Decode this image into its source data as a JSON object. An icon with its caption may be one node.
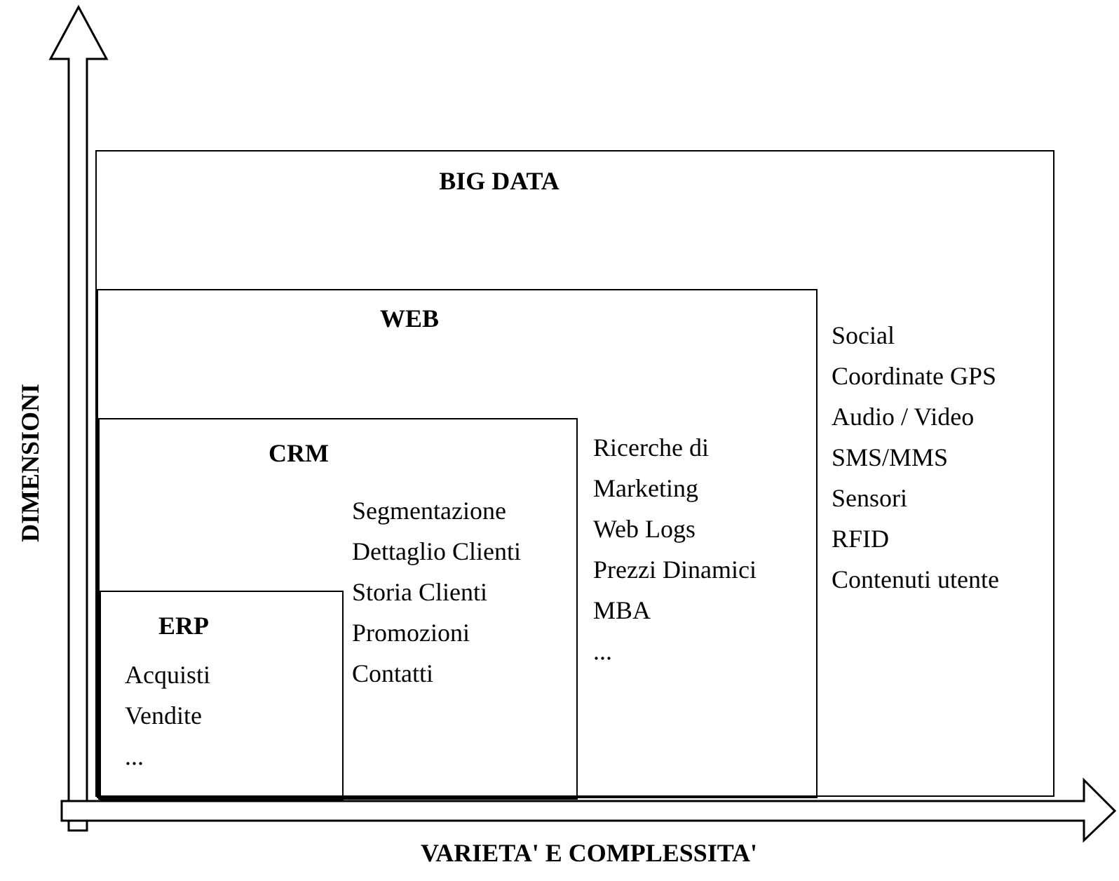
{
  "diagram": {
    "nodes": [
      {
        "text": [
          "BIG DATA",
          "Social",
          "Coordinate GPS",
          "Audio / Video",
          "SMS/MMS",
          "Sensori",
          "RFID",
          "Contenuti utente"
        ]
      },
      {
        "text": [
          "WEB",
          "Ricerche di Marketing",
          "Web Logs",
          "Prezzi Dinamici",
          "MBA",
          "..."
        ],
        "in": 0
      },
      {
        "text": [
          "CRM",
          "Segmentazione",
          "Dettaglio Clienti",
          "Storia Clienti",
          "Promozioni",
          "Contatti"
        ],
        "in": 1
      },
      {
        "text": [
          "ERP",
          "Acquisti",
          "Vendite",
          "..."
        ],
        "in": 2
      }
    ],
    "labels": [
      "DIMENSIONI",
      "VARIETA' E COMPLESSITA'"
    ]
  }
}
